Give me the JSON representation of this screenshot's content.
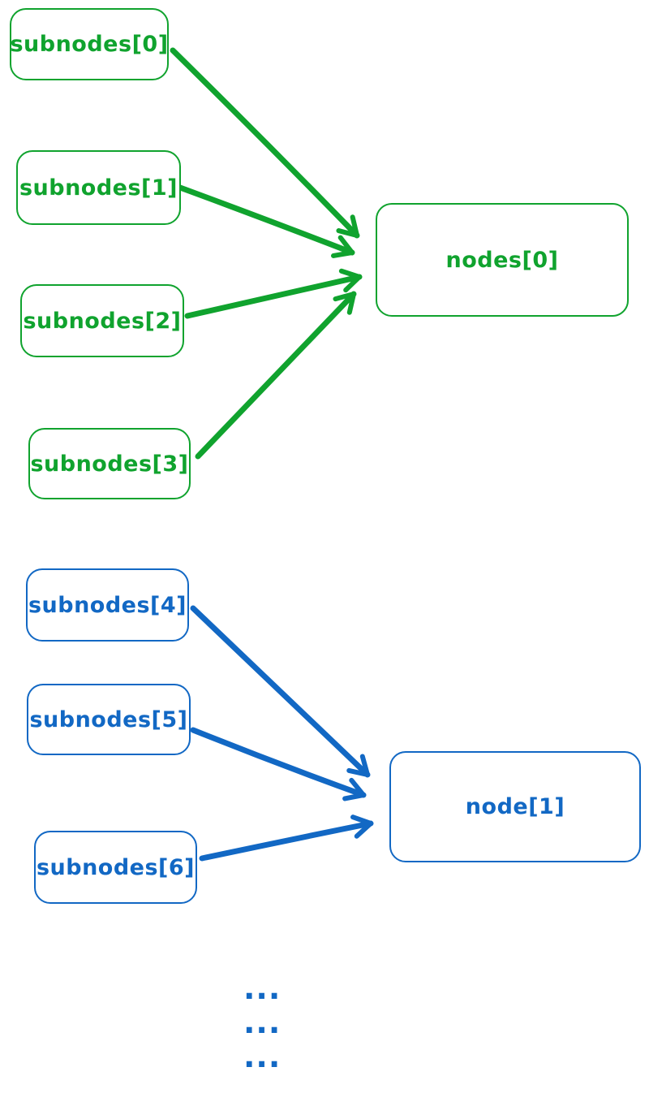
{
  "colors": {
    "green": "#10a32e",
    "blue": "#1268c4",
    "background": "#ffffff"
  },
  "groups": [
    {
      "name": "green-group",
      "color": "#10a32e",
      "sources": [
        {
          "label": "subnodes[0]"
        },
        {
          "label": "subnodes[1]"
        },
        {
          "label": "subnodes[2]"
        },
        {
          "label": "subnodes[3]"
        }
      ],
      "target": {
        "label": "nodes[0]"
      }
    },
    {
      "name": "blue-group",
      "color": "#1268c4",
      "sources": [
        {
          "label": "subnodes[4]"
        },
        {
          "label": "subnodes[5]"
        },
        {
          "label": "subnodes[6]"
        }
      ],
      "target": {
        "label": "node[1]"
      }
    }
  ],
  "ellipsis": {
    "rows": [
      "...",
      "...",
      "..."
    ]
  }
}
